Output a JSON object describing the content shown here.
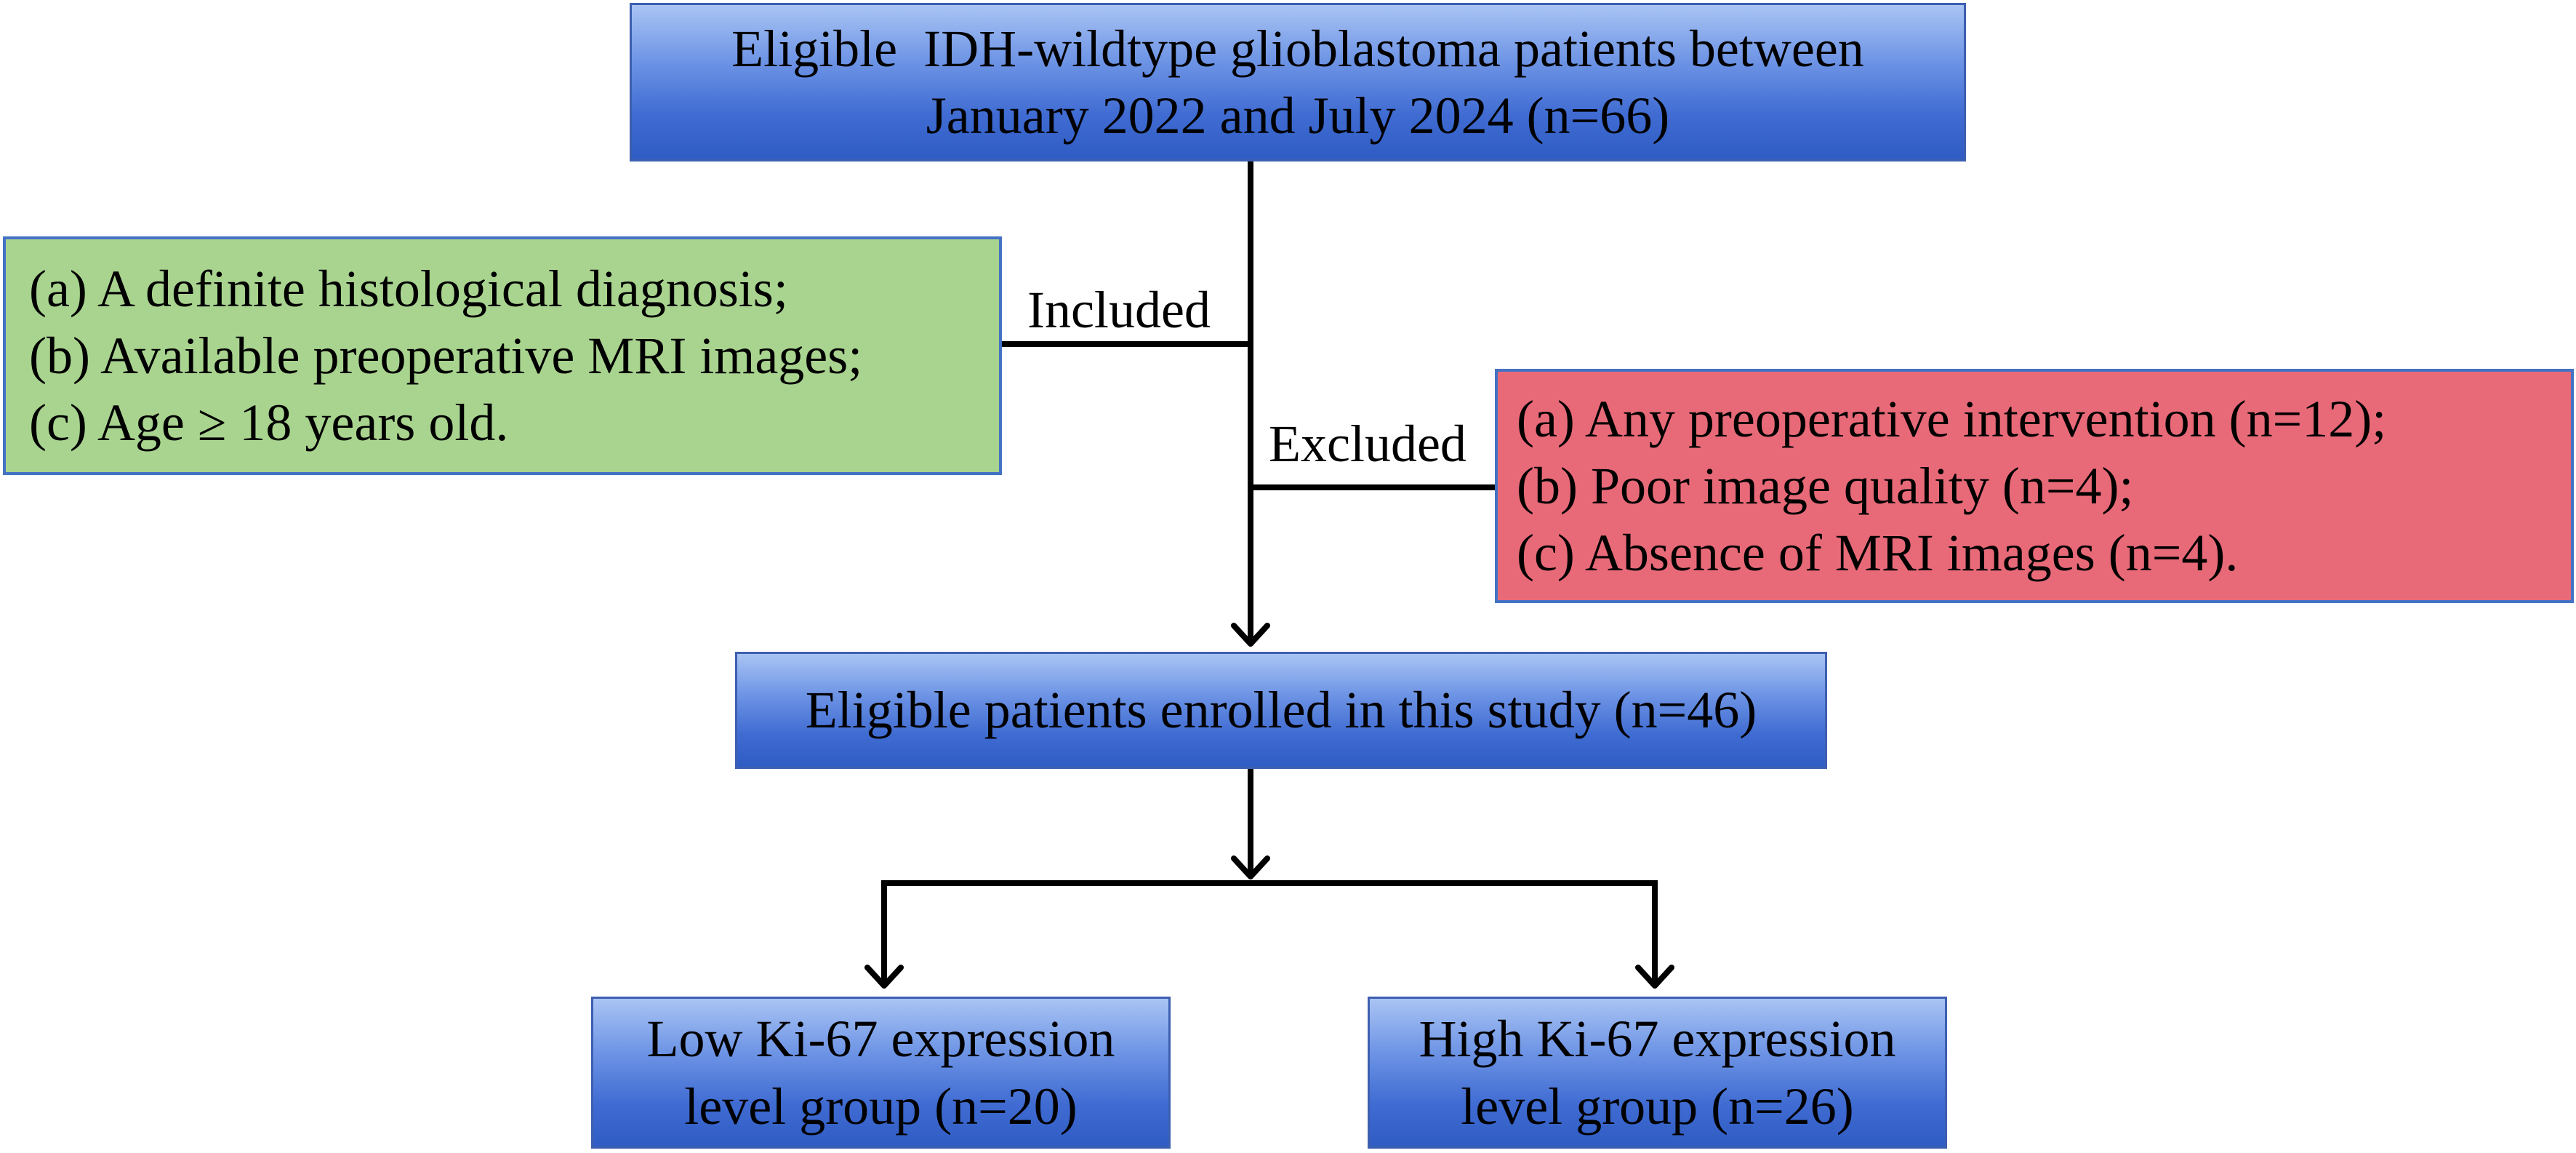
{
  "top_box": {
    "line1": "Eligible  IDH-wildtype glioblastoma patients between",
    "line2": "January 2022 and July 2024 (n=66)"
  },
  "inclusion_box": {
    "label": "Included",
    "criteria": [
      "(a) A definite histological diagnosis;",
      "(b) Available preoperative MRI images;",
      "(c) Age ≥ 18 years old."
    ]
  },
  "exclusion_box": {
    "label": "Excluded",
    "criteria": [
      "(a) Any preoperative intervention (n=12);",
      "(b) Poor image quality (n=4);",
      "(c) Absence of MRI images (n=4)."
    ]
  },
  "enrolled_box": {
    "text": "Eligible patients enrolled in this study (n=46)"
  },
  "low_group_box": {
    "line1": "Low Ki-67 expression",
    "line2": "level group (n=20)"
  },
  "high_group_box": {
    "line1": "High Ki-67 expression",
    "line2": "level group (n=26)"
  },
  "colors": {
    "blue_box": "#4a74d6",
    "green_box": "#a9d48f",
    "red_box": "#e86a78",
    "box_border": "#4472c4",
    "connector": "#000000"
  }
}
